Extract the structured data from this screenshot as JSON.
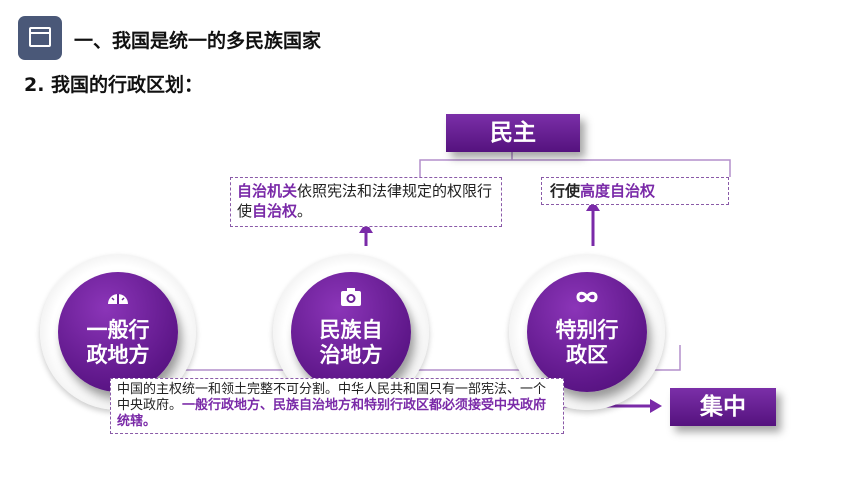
{
  "header": {
    "title": "一、我国是统一的多民族国家",
    "subtitle": "2. 我国的行政区划："
  },
  "badges": {
    "top": "民主",
    "right": "集中"
  },
  "box_autonomy": {
    "p1": "自治机关",
    "p2": "依照宪法和法律规定的权限行使",
    "p3": "自治权",
    "p4": "。"
  },
  "box_sar": {
    "p1": "行使",
    "p2": "高度自治权"
  },
  "circles": [
    {
      "line1": "一般行",
      "line2": "政地方",
      "icon": "gauge-icon"
    },
    {
      "line1": "民族自",
      "line2": "治地方",
      "icon": "camera-icon"
    },
    {
      "line1": "特别行",
      "line2": "政区",
      "icon": "infinity-icon"
    }
  ],
  "box_bottom": {
    "p1": "中国的主权统一和领土完整不可分割。中华人民共和国只有一部宪法、一个中央政府。",
    "p2": "一般行政地方、民族自治地方和特别行政区都必须接受中央政府统辖。"
  },
  "colors": {
    "accent": "#6a1f96",
    "header_icon": "#4a5878"
  }
}
